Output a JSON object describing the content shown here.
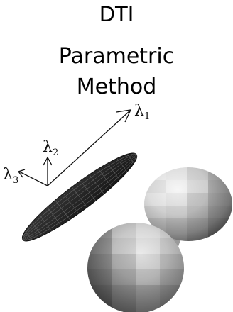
{
  "title": "DTI",
  "subtitle_line1": "Parametric",
  "subtitle_line2": "Method",
  "axes": {
    "lambda1": {
      "symbol": "λ",
      "subscript": "1"
    },
    "lambda2": {
      "symbol": "λ",
      "subscript": "2"
    },
    "lambda3": {
      "symbol": "λ",
      "subscript": "3"
    }
  },
  "colors": {
    "text": "#000000",
    "ellipsoid_fill": "#2b2b2b",
    "ellipsoid_mesh": "#6a6a6a",
    "peanut_light": "#e6e6e6",
    "peanut_dark": "#3a3a3a"
  }
}
